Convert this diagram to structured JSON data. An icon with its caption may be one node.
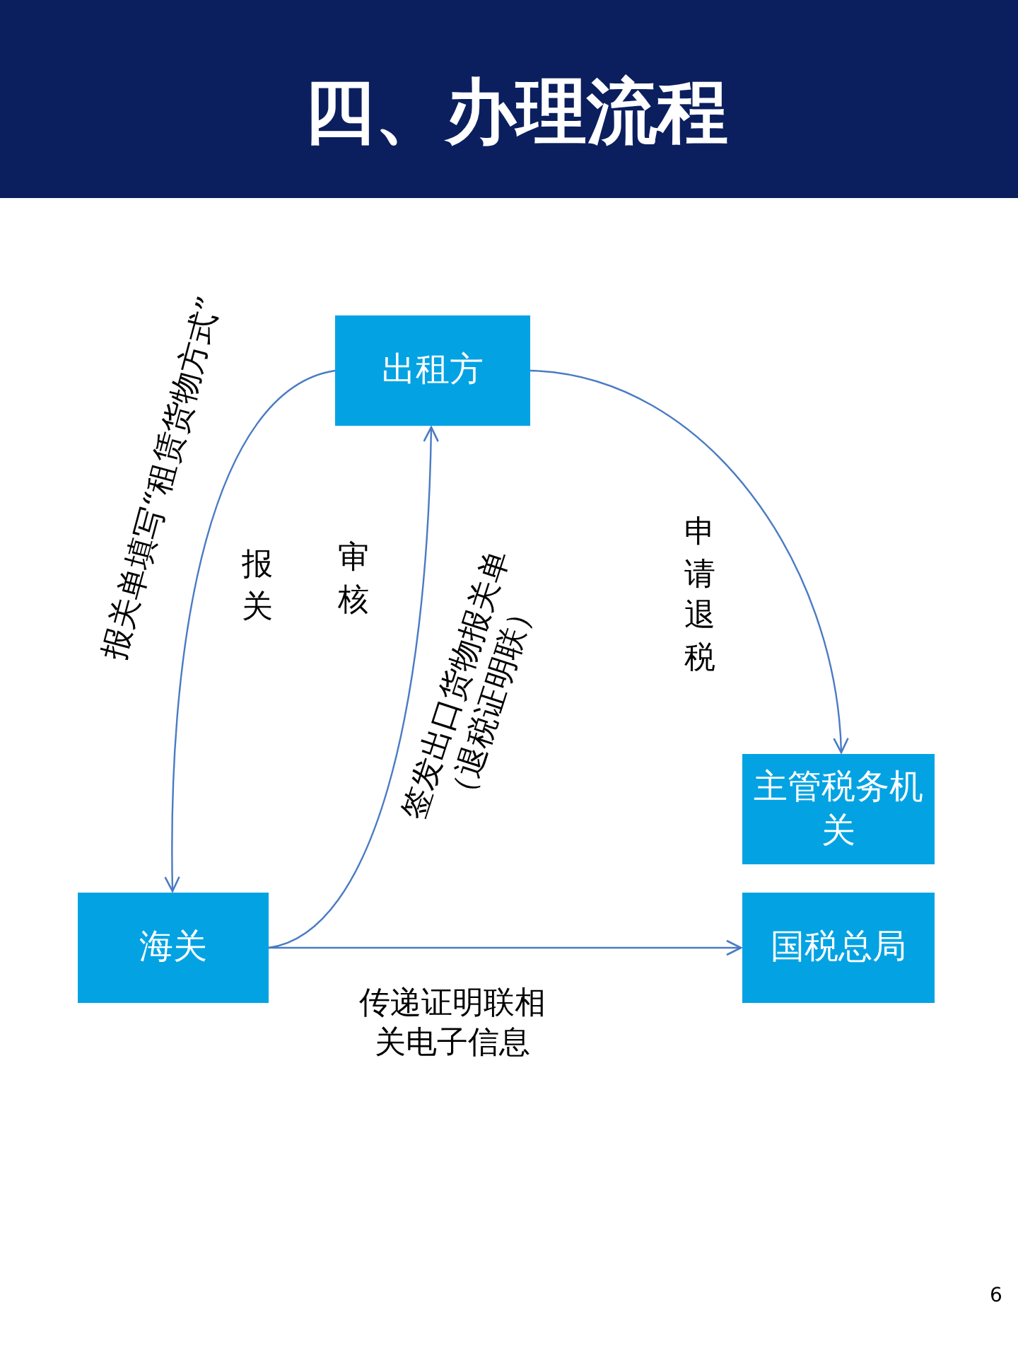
{
  "diagram": {
    "title": "四、办理流程",
    "nodes": [
      {
        "text": [
          "出租方"
        ]
      },
      {
        "text": [
          "主管税务机关"
        ]
      },
      {
        "text": [
          "海关"
        ]
      },
      {
        "text": [
          "国税总局"
        ]
      }
    ],
    "edges": [
      {
        "from": 0,
        "to": 2,
        "arrow": "to",
        "label": "报关"
      },
      {
        "from": 2,
        "to": 0,
        "arrow": "to",
        "label": "签发出口货物报关单（退税证明联）"
      },
      {
        "from": 0,
        "to": 1,
        "arrow": "to",
        "label": "申请退税"
      },
      {
        "from": 2,
        "to": 3,
        "arrow": "to",
        "label": "传递证明联相关电子信息"
      }
    ],
    "labels": [
      "报关单填写“租赁货物方式”",
      "审核",
      "6"
    ]
  }
}
